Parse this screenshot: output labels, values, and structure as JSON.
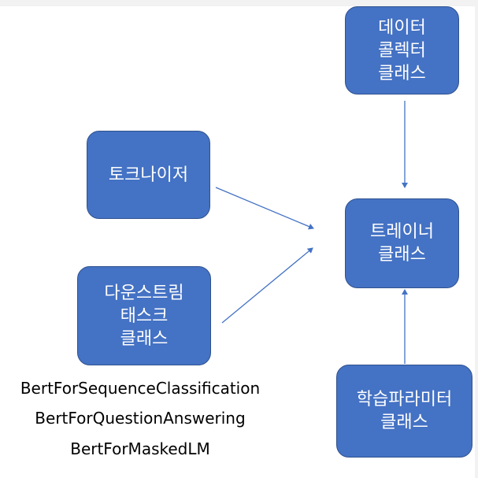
{
  "boxes": {
    "data_collator": {
      "lines": [
        "데이터",
        "콜렉터",
        "클래스"
      ]
    },
    "tokenizer": {
      "lines": [
        "토크나이저"
      ]
    },
    "trainer": {
      "lines": [
        "트레이너",
        "클래스"
      ]
    },
    "downstream_task": {
      "lines": [
        "다운스트림",
        "태스크",
        "클래스"
      ]
    },
    "hyperparameters": {
      "lines": [
        "학습파라미터",
        "클래스"
      ]
    }
  },
  "downstream_models": [
    "BertForSequenceClassification",
    "BertForQuestionAnswering",
    "BertForMaskedLM"
  ],
  "colors": {
    "box_fill": "#4472c4",
    "box_border": "#2f528f",
    "arrow": "#4472c4"
  }
}
